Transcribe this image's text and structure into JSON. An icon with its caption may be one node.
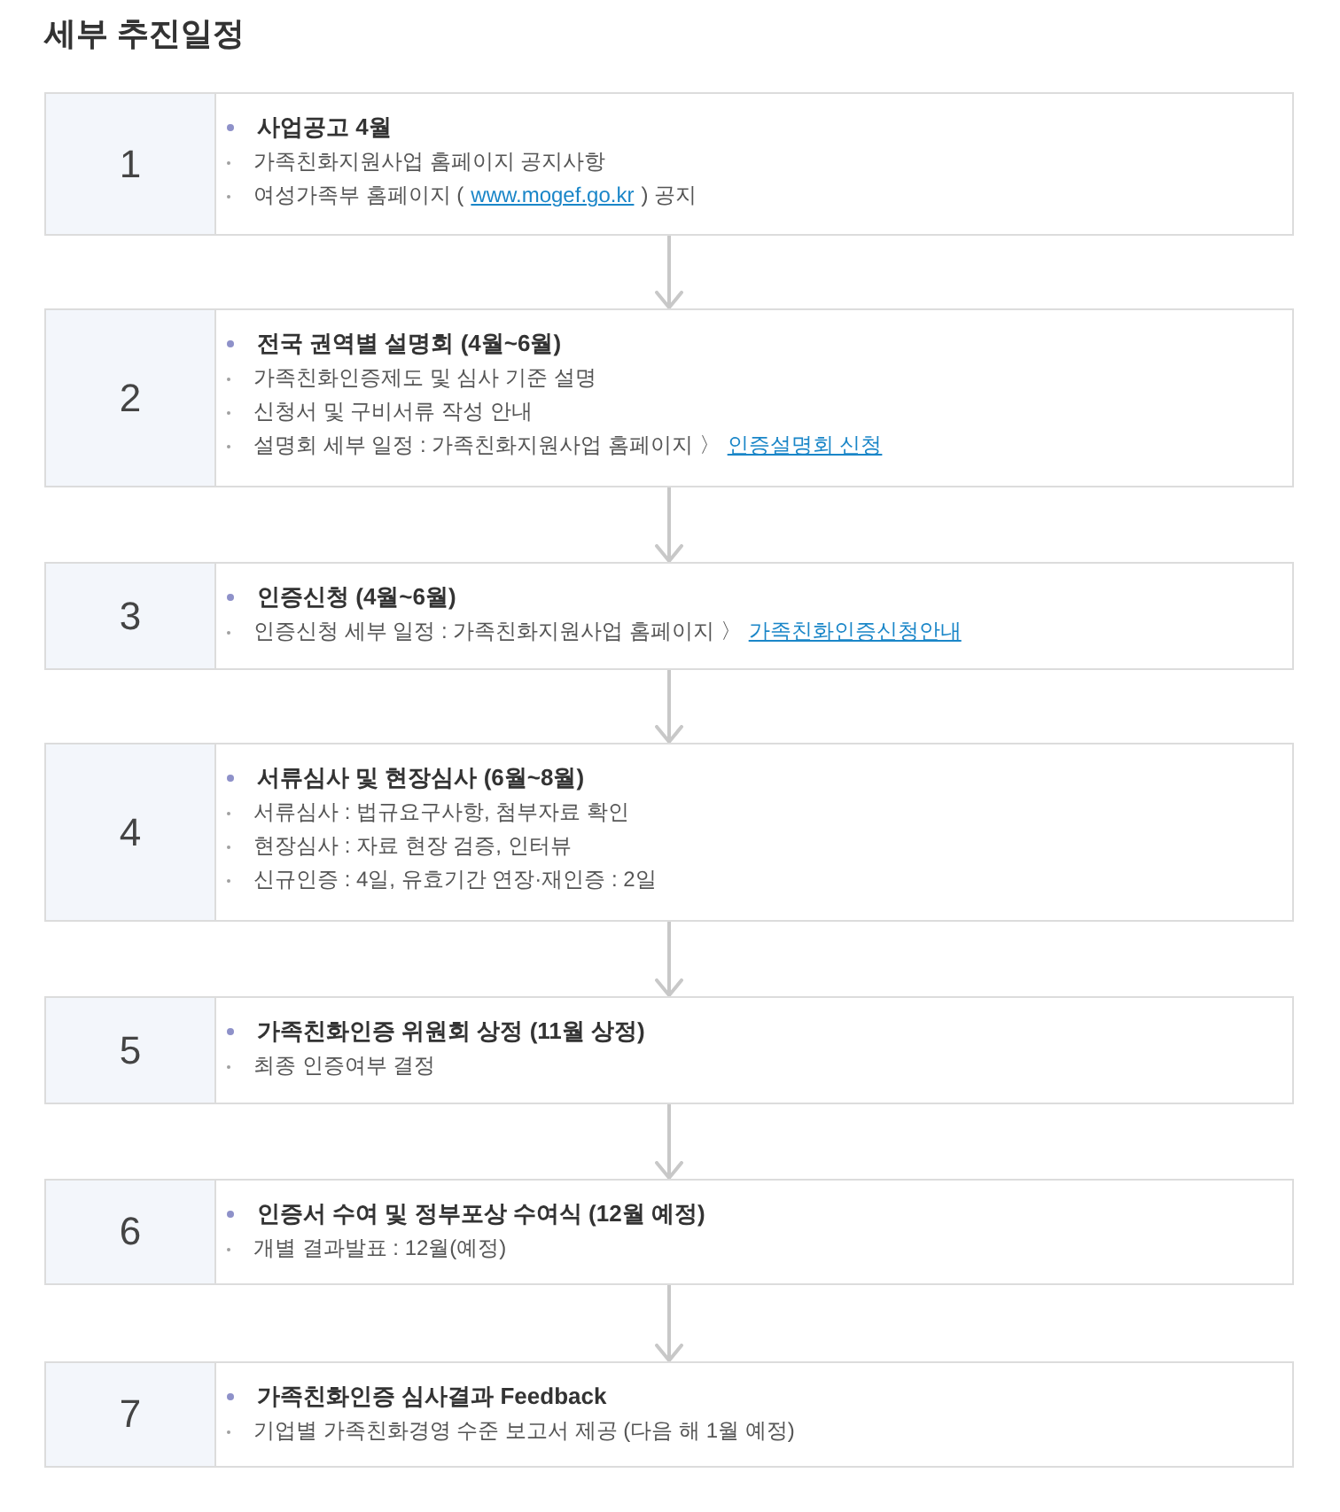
{
  "diagram": {
    "title": "세부 추진일정",
    "nodes": [
      {
        "text": [
          "사업공고 4월",
          "가족친화지원사업 홈페이지 공지사항",
          "여성가족부 홈페이지 (",
          "www.mogef.go.kr",
          ") 공지"
        ]
      },
      {
        "text": [
          "1"
        ],
        "in": 0
      },
      {
        "text": [
          "전국 권역별 설명회 (4월~6월)",
          "가족친화인증제도 및 심사 기준 설명",
          "신청서 및 구비서류 작성 안내",
          "설명회 세부 일정 : 가족친화지원사업 홈페이지 〉",
          "인증설명회 신청"
        ]
      },
      {
        "text": [
          "2"
        ],
        "in": 2
      },
      {
        "text": [
          "인증신청 (4월~6월)",
          "인증신청 세부 일정 : 가족친화지원사업 홈페이지 〉",
          "가족친화인증신청안내"
        ]
      },
      {
        "text": [
          "3"
        ],
        "in": 4
      },
      {
        "text": [
          "서류심사 및 현장심사 (6월~8월)",
          "서류심사 : 법규요구사항, 첨부자료 확인",
          "현장심사 : 자료 현장 검증, 인터뷰",
          "신규인증 : 4일, 유효기간 연장·재인증 : 2일"
        ]
      },
      {
        "text": [
          "4"
        ],
        "in": 6
      },
      {
        "text": [
          "가족친화인증 위원회 상정 (11월 상정)",
          "최종 인증여부 결정"
        ]
      },
      {
        "text": [
          "5"
        ],
        "in": 8
      },
      {
        "text": [
          "인증서 수여 및 정부포상 수여식 (12월 예정)",
          "개별 결과발표 : 12월(예정)"
        ]
      },
      {
        "text": [
          "6"
        ],
        "in": 10
      },
      {
        "text": [
          "가족친화인증 심사결과 Feedback",
          "기업별 가족친화경영 수준 보고서 제공 (다음 해 1월 예정)"
        ]
      },
      {
        "text": [
          "7"
        ],
        "in": 12
      }
    ],
    "edges": [
      {
        "from": 0,
        "to": 2,
        "arrow": "to"
      },
      {
        "from": 2,
        "to": 4,
        "arrow": "to"
      },
      {
        "from": 4,
        "to": 6,
        "arrow": "to"
      },
      {
        "from": 6,
        "to": 8,
        "arrow": "to"
      },
      {
        "from": 8,
        "to": 10,
        "arrow": "to"
      },
      {
        "from": 10,
        "to": 12,
        "arrow": "to"
      }
    ]
  }
}
